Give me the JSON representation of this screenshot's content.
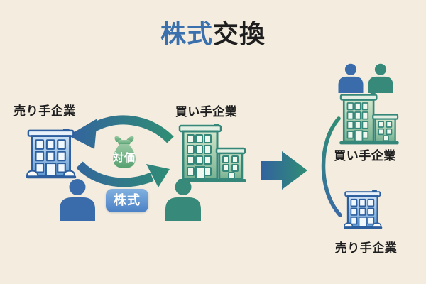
{
  "title": {
    "highlight": "株式",
    "rest": "交換"
  },
  "before": {
    "seller": {
      "label": "売り手企業"
    },
    "buyer": {
      "label": "買い手企業"
    },
    "exchange": {
      "consideration": "対価",
      "shares": "株式"
    }
  },
  "after": {
    "buyer": {
      "label": "買い手企業"
    },
    "seller": {
      "label": "売り手企業"
    }
  },
  "colors": {
    "background": "#f3ecdf",
    "accent_blue": "#3a6cab",
    "accent_green": "#37897a",
    "outline_blue": "#2d5e9e",
    "outline_green": "#35877a",
    "title_blue": "#3a70ad",
    "text_dark": "#1e1e1e",
    "arrow_blue": "#33639f",
    "arrow_green": "#2f8d74",
    "badge_top": "#82b1e0",
    "badge_bottom": "#4a80c5",
    "bag_top": "#98c8a3",
    "bag_bottom": "#55a06f"
  }
}
